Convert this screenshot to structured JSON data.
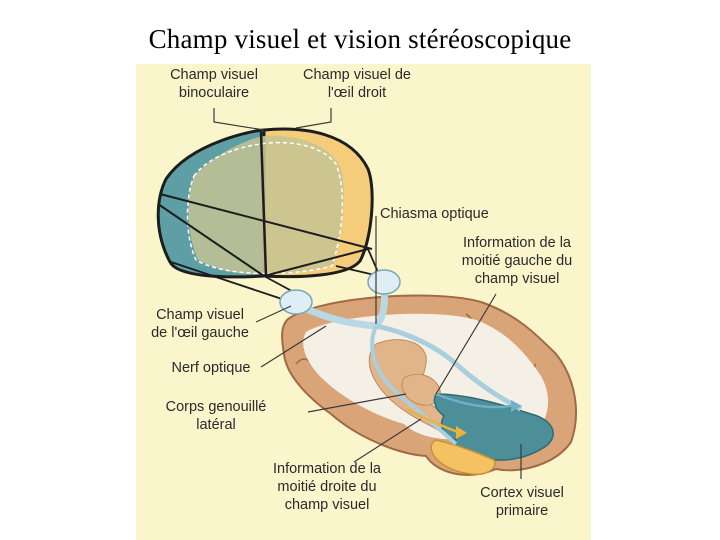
{
  "title": "Champ visuel et vision stéréoscopique",
  "labels": {
    "binocular_field": [
      "Champ visuel",
      "binoculaire"
    ],
    "right_eye_field": [
      "Champ visuel de",
      "l'œil droit"
    ],
    "optic_chiasm": "Chiasma optique",
    "left_half_info": [
      "Information de la",
      "moitié gauche du",
      "champ visuel"
    ],
    "left_eye_field": [
      "Champ visuel",
      "de l'œil gauche"
    ],
    "optic_nerve": "Nerf optique",
    "lgn": [
      "Corps genouillé",
      "latéral"
    ],
    "right_half_info": [
      "Information de la",
      "moitié  droite du",
      "champ visuel"
    ],
    "primary_cortex": [
      "Cortex visuel",
      "primaire"
    ]
  },
  "colors": {
    "background": "#fbf5cc",
    "left_field": "#5e9ea5",
    "right_field": "#f5cc7a",
    "overlap": "#b8bf95",
    "brain_tan": "#e2b48a",
    "white_matter": "#f4f0e6",
    "cortex_blue": "#4d8f99",
    "cortex_yellow": "#f4c262",
    "eye": "#dfeef6"
  }
}
